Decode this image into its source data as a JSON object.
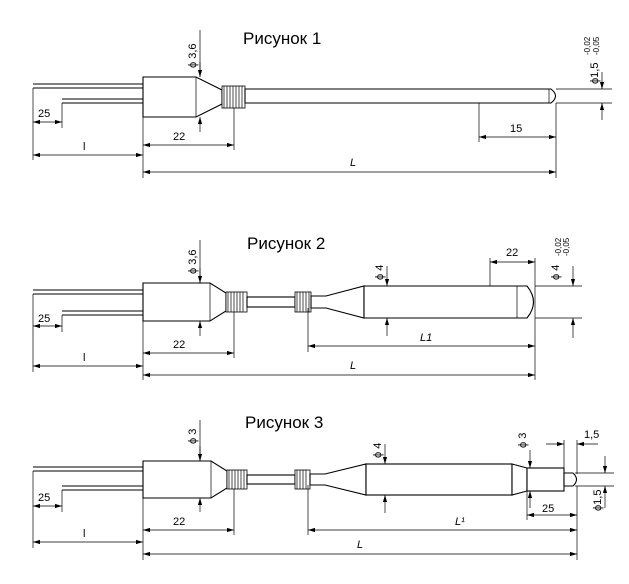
{
  "figures": [
    {
      "title": "Рисунок 1",
      "dims": {
        "head_dia": "ϕ 3,6",
        "wire_len": "25",
        "wire_total": "l",
        "head_len": "22",
        "tip_len": "15",
        "total_len": "L",
        "tube_dia": "ϕ1,5",
        "tube_tol_upper": "-0,02",
        "tube_tol_lower": "-0,05"
      }
    },
    {
      "title": "Рисунок 2",
      "dims": {
        "head_dia": "ϕ 3,6",
        "body_dia": "ϕ 4",
        "tip_len": "22",
        "tube_dia": "ϕ 4",
        "tube_tol_upper": "-0,02",
        "tube_tol_lower": "-0,05",
        "wire_len": "25",
        "wire_total": "l",
        "head_len": "22",
        "body_len": "L1",
        "total_len": "L"
      }
    },
    {
      "title": "Рисунок 3",
      "dims": {
        "head_dia": "ϕ 3",
        "body_dia": "ϕ 4",
        "neck_dia": "ϕ 3",
        "tip_step": "1,5",
        "tip_dia": "ϕ1,5",
        "wire_len": "25",
        "wire_total": "l",
        "head_len": "22",
        "neck_len": "25",
        "body_len": "L¹",
        "total_len": "L"
      }
    }
  ]
}
